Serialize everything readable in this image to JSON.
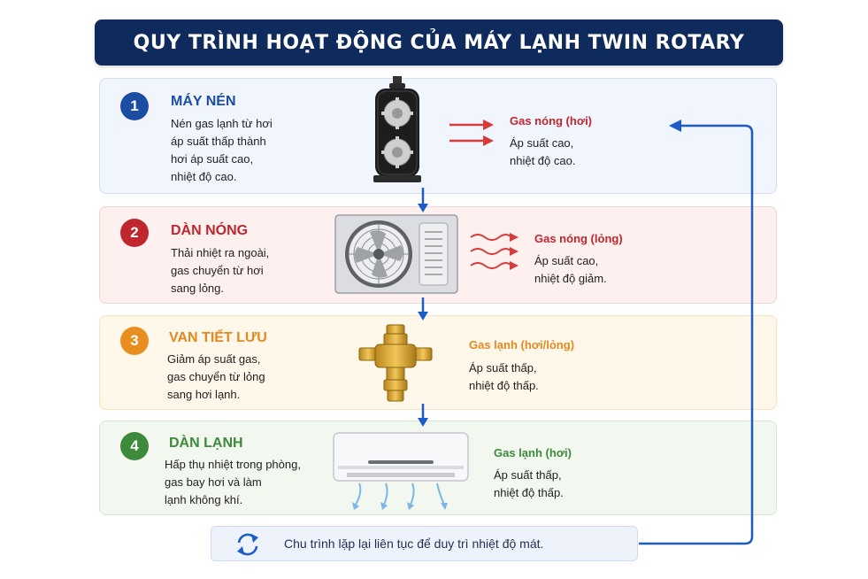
{
  "title": "QUY TRÌNH HOẠT ĐỘNG CỦA MÁY LẠNH TWIN ROTARY",
  "steps": [
    {
      "number": "1",
      "title": "MÁY NÉN",
      "desc": [
        "Nén gas lạnh từ hơi",
        "áp suất thấp thành",
        "hơi áp suất cao,",
        "nhiệt độ cao."
      ],
      "gas_title": "Gas nóng (hơi)",
      "gas_desc": [
        "Áp suất cao,",
        "nhiệt độ cao."
      ],
      "color": "#1b4ea3",
      "icon": "compressor-icon"
    },
    {
      "number": "2",
      "title": "DÀN NÓNG",
      "desc": [
        "Thải nhiệt ra ngoài,",
        "gas chuyển từ hơi",
        "sang lỏng."
      ],
      "gas_title": "Gas nóng (lỏng)",
      "gas_desc": [
        "Áp suất cao,",
        "nhiệt độ giảm."
      ],
      "color": "#c0262d",
      "icon": "outdoor-unit-icon"
    },
    {
      "number": "3",
      "title": "VAN TIẾT LƯU",
      "desc": [
        "Giảm áp suất gas,",
        "gas chuyển từ lỏng",
        "sang hơi lạnh."
      ],
      "gas_title": "Gas lạnh (hơi/lỏng)",
      "gas_desc": [
        "Áp suất thấp,",
        "nhiệt độ thấp."
      ],
      "color": "#e3891f",
      "icon": "expansion-valve-icon"
    },
    {
      "number": "4",
      "title": "DÀN LẠNH",
      "desc": [
        "Hấp thụ nhiệt trong phòng,",
        "gas bay hơi và làm",
        "lạnh không khí."
      ],
      "gas_title": "Gas lạnh (hơi)",
      "gas_desc": [
        "Áp suất thấp,",
        "nhiệt độ thấp."
      ],
      "color": "#3d8a3b",
      "icon": "indoor-unit-icon"
    }
  ],
  "footer": {
    "text": "Chu trình lặp lại liên tục để duy trì nhiệt độ mát.",
    "icon": "cycle-icon"
  },
  "colors": {
    "title_bg": "#0f2a5c",
    "flow_arrow": "#1b5cc8",
    "heat_arrow": "#d63a3a"
  }
}
